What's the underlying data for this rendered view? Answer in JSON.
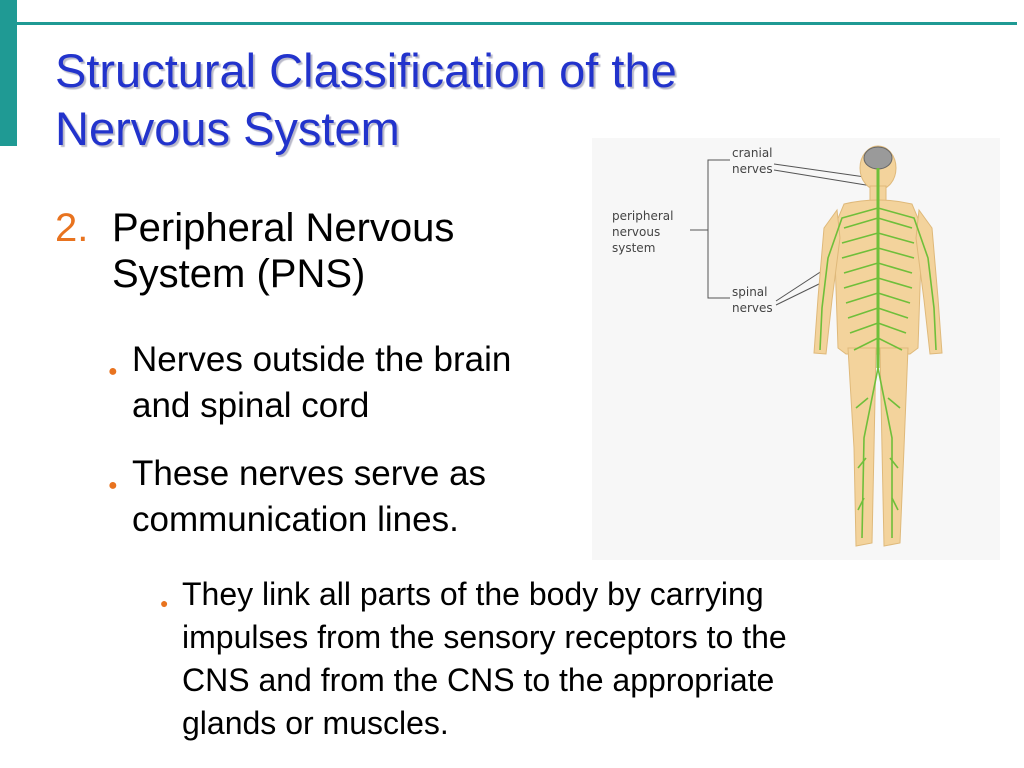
{
  "slide": {
    "title_lines": [
      "Structural Classification of the",
      "Nervous System"
    ],
    "item_number": "2.",
    "item_heading_lines": [
      "Peripheral Nervous",
      "System (PNS)"
    ],
    "bullets": [
      {
        "lines": [
          "Nerves outside the brain",
          "and spinal cord"
        ]
      },
      {
        "lines": [
          "These nerves serve as",
          "communication lines."
        ]
      }
    ],
    "sub_bullet": {
      "lines": [
        "They link all parts of the body by carrying",
        "impulses from the sensory receptors to the",
        "CNS and from the CNS to the appropriate",
        "glands or muscles."
      ]
    }
  },
  "figure": {
    "label_peripheral": [
      "peripheral",
      "nervous",
      "system"
    ],
    "label_cranial": [
      "cranial",
      "nerves"
    ],
    "label_spinal": [
      "spinal",
      "nerves"
    ]
  },
  "colors": {
    "accent_teal": "#1f9a94",
    "title_blue": "#2233cc",
    "bullet_orange": "#e8731f",
    "nerve_green": "#6fbf3a",
    "skin": "#f3d39c"
  }
}
